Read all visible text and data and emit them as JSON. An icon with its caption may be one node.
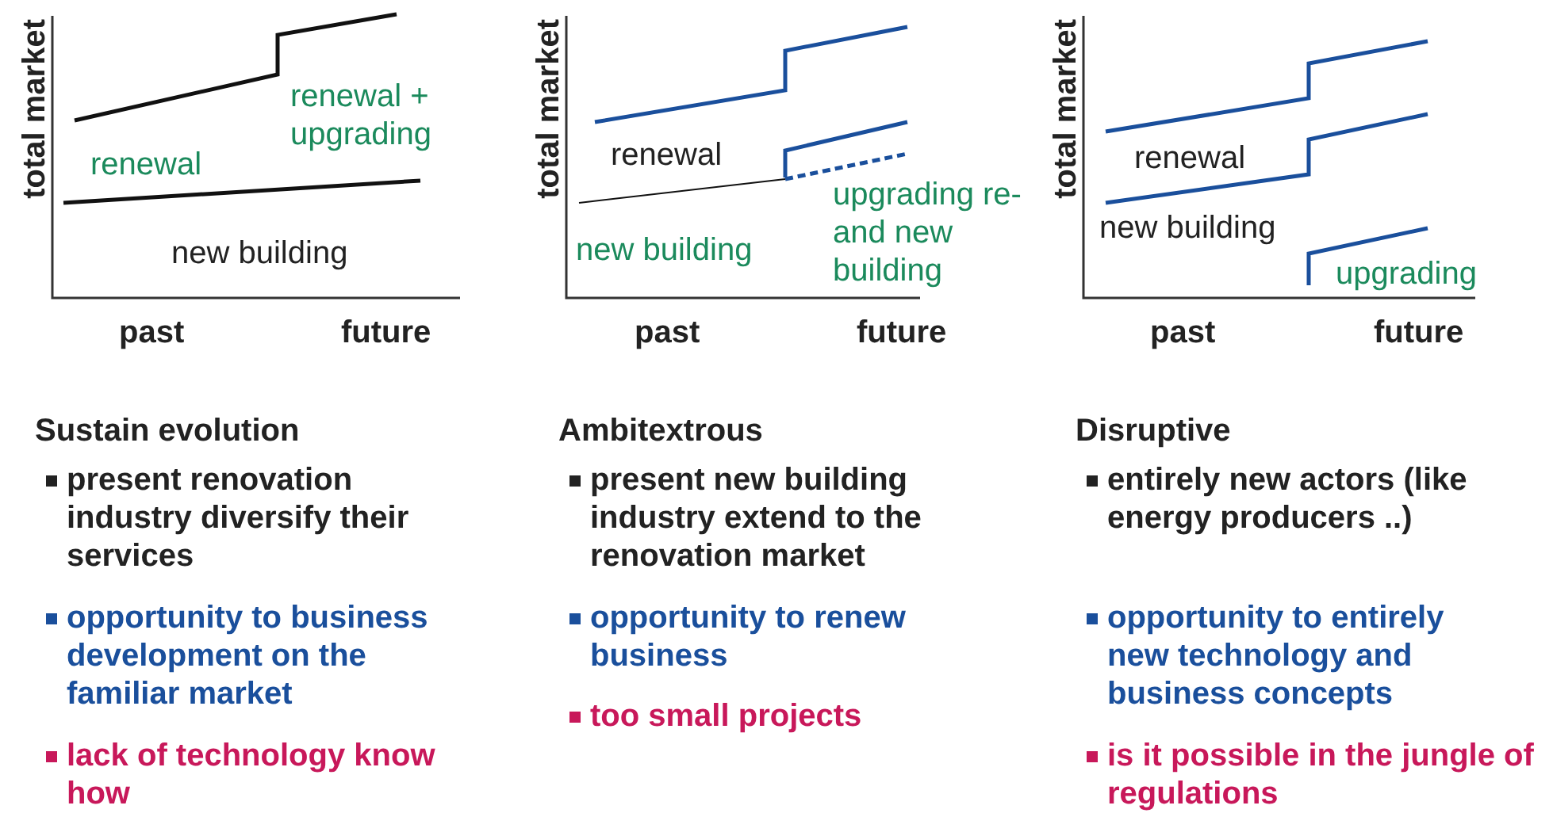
{
  "diagram": {
    "labels": [
      "total market",
      "renewal + upgrading",
      "renewal",
      "new building",
      "past",
      "future",
      "total market",
      "renewal",
      "upgrading re-and new building",
      "new building",
      "past",
      "future",
      "total market",
      "renewal",
      "new building",
      "upgrading",
      "past",
      "future",
      "Sustain evolution",
      "present renovation industry diversify their services",
      "opportunity to business development on the familiar market",
      "lack of technology know how",
      "Ambitextrous",
      "present new building industry extend to the renovation market",
      "opportunity to renew business",
      "too small projects",
      "Disruptive",
      "entirely new actors (like energy producers ..)",
      "opportunity to entirely new technology and business concepts",
      "is it possible in the jungle of regulations"
    ]
  }
}
